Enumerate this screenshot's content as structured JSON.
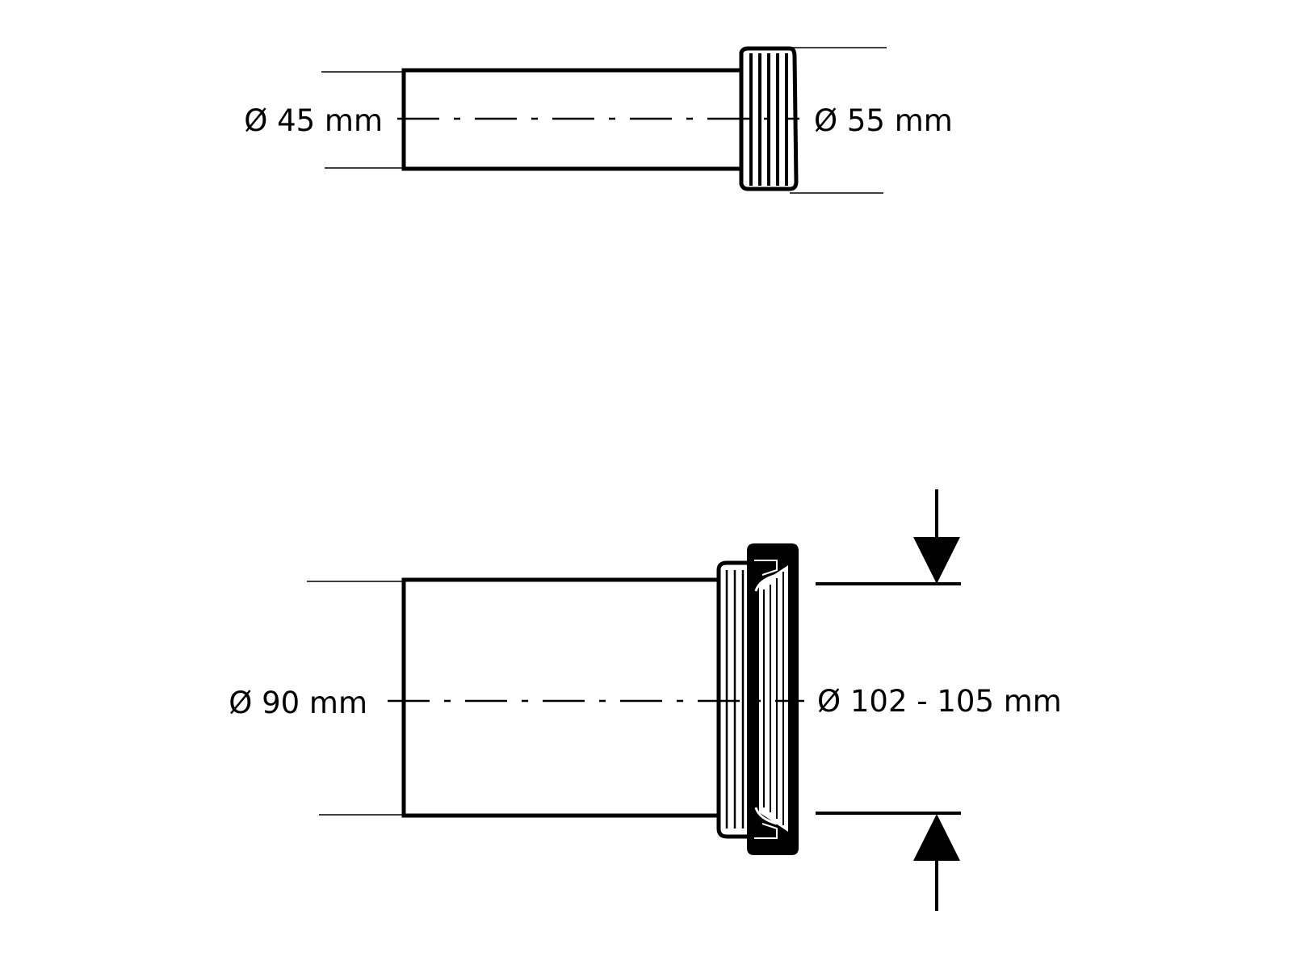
{
  "colors": {
    "ink": "#000000",
    "paper": "#ffffff"
  },
  "top_pipe": {
    "left_diameter_label": "Ø 45 mm",
    "right_diameter_label": "Ø 55 mm"
  },
  "bottom_pipe": {
    "left_diameter_label": "Ø 90 mm",
    "right_diameter_label": "Ø 102 - 105 mm"
  }
}
